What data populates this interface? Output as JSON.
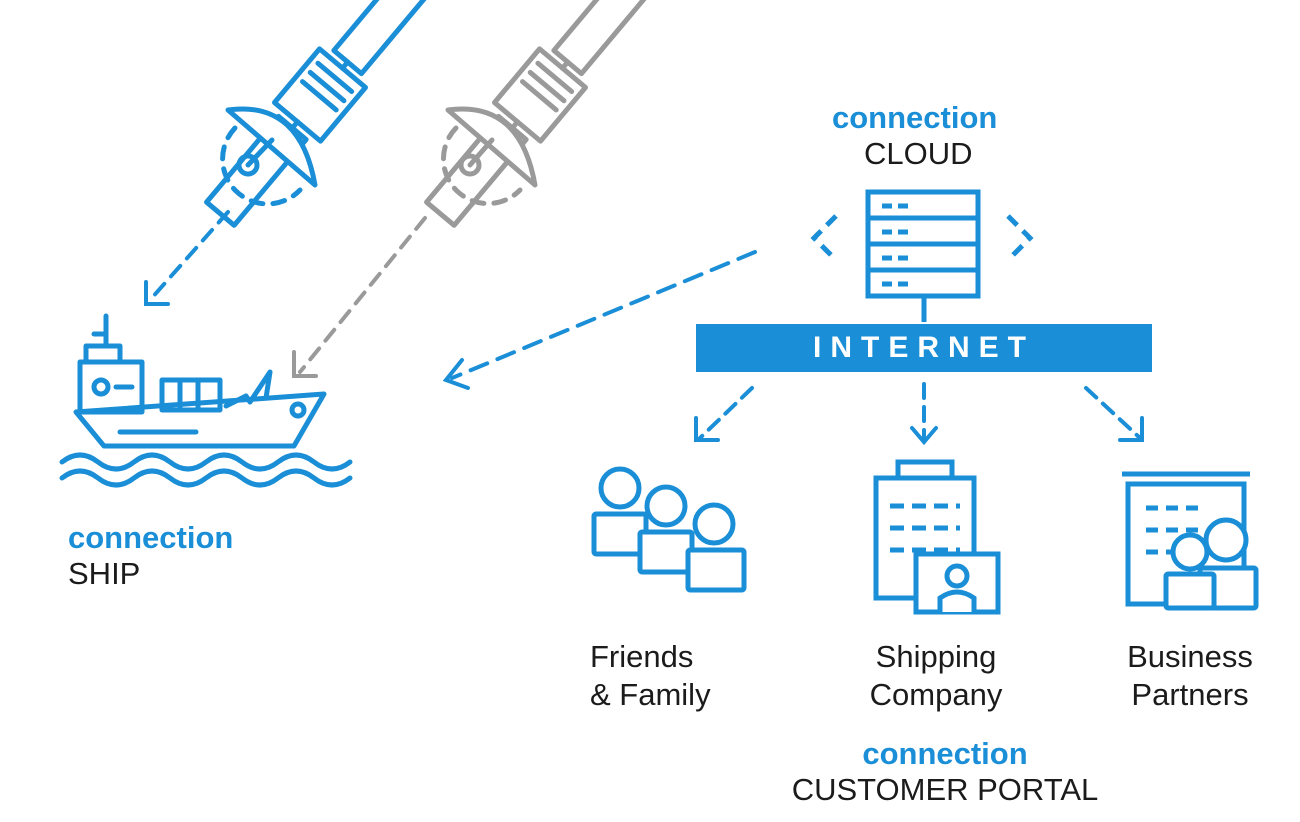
{
  "colors": {
    "accent": "#1a8ed6",
    "grey": "#9a9a9a",
    "text": "#1b1b1b"
  },
  "cloud": {
    "keyword": "connection",
    "title": "CLOUD"
  },
  "ship": {
    "keyword": "connection",
    "title": "SHIP"
  },
  "internet": {
    "label": "INTERNET"
  },
  "portal": {
    "keyword": "connection",
    "title": "CUSTOMER PORTAL"
  },
  "endpoints": [
    {
      "line1": "Friends",
      "line2": "& Family",
      "icon": "people-group-icon"
    },
    {
      "line1": "Shipping",
      "line2": "Company",
      "icon": "office-building-icon"
    },
    {
      "line1": "Business",
      "line2": "Partners",
      "icon": "business-partners-icon"
    }
  ]
}
